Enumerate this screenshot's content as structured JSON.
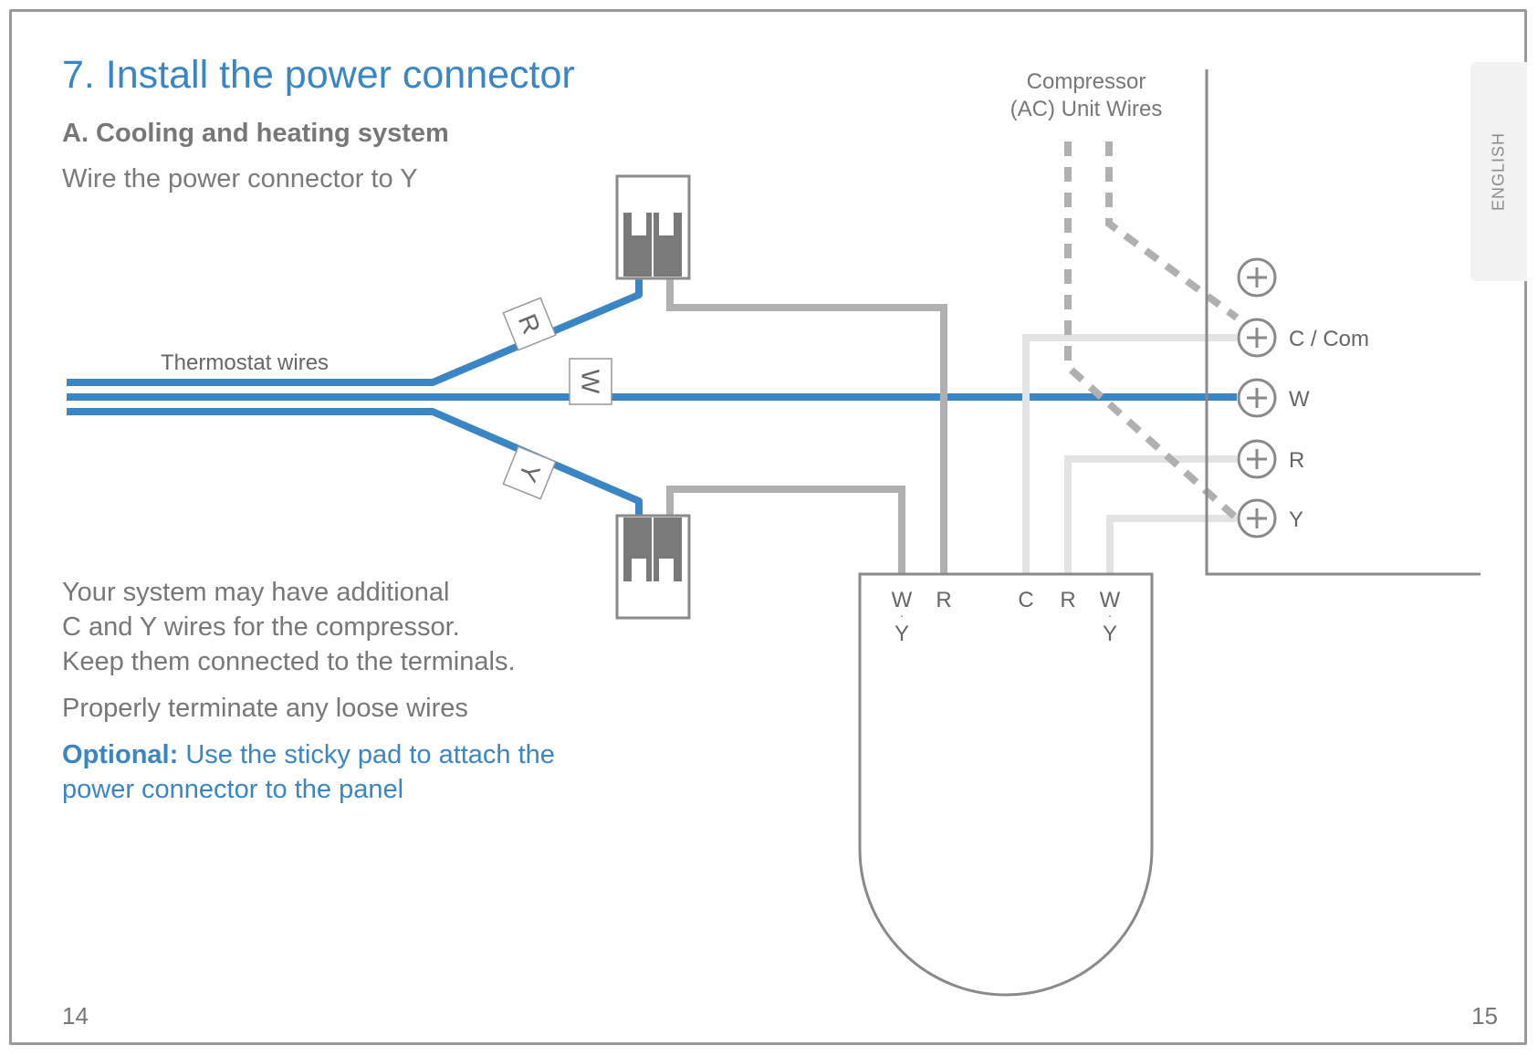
{
  "lang_tab": "ENGLISH",
  "title": "7. Install the power connector",
  "subtitle": "A. Cooling and heating system",
  "instruction": "Wire the power connector to Y",
  "notes": [
    "Your system may have additional",
    "C and Y wires for the compressor.",
    "Keep them connected to the terminals."
  ],
  "note2": "Properly terminate any loose wires",
  "optional": {
    "label": "Optional:",
    "text": " Use the sticky pad to attach the power connector to the panel"
  },
  "diagram": {
    "thermostat_wires_label": "Thermostat wires",
    "compressor_label_line1": "Compressor",
    "compressor_label_line2": "(AC) Unit Wires",
    "wire_tags": {
      "r": "R",
      "w": "W",
      "y": "Y"
    },
    "terminal_labels": [
      "C / Com",
      "W",
      "R",
      "Y"
    ],
    "connector_labels": {
      "wy_top": "W",
      "wy_bottom": "Y",
      "r1": "R",
      "c": "C",
      "r2": "R",
      "wy2_top": "W",
      "wy2_bottom": "Y"
    },
    "colors": {
      "thermostat_wire": "#3a86c4",
      "connector_wire": "#b0b0b0",
      "light_wire": "#e3e3e3",
      "outline": "#8a8a8a"
    }
  },
  "page_numbers": {
    "left": "14",
    "right": "15"
  }
}
